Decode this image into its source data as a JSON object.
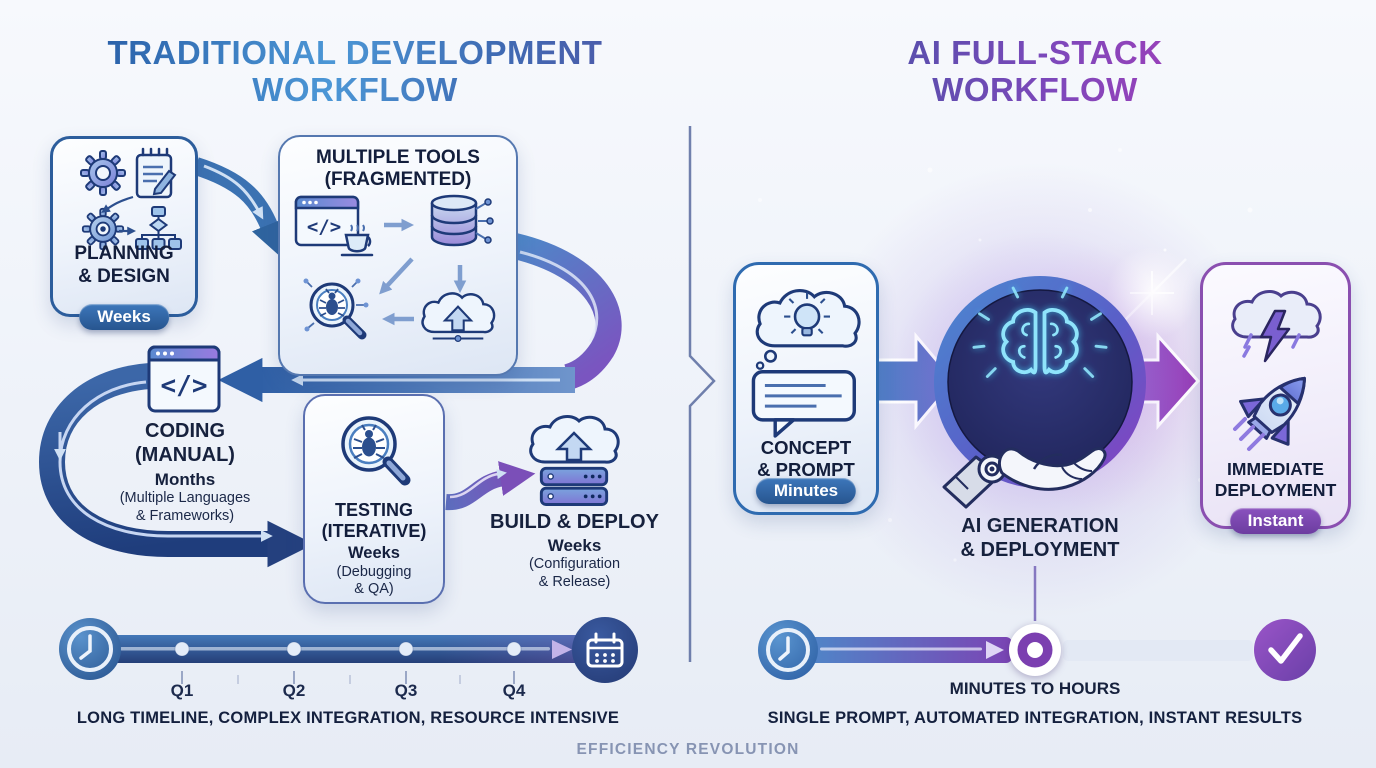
{
  "colors": {
    "accent_blue": "#2e6ab0",
    "accent_purple": "#8a46b4",
    "text_navy": "#16213d",
    "badge_blue": "#2f6bb0",
    "badge_purple": "#7b3fa8",
    "timeline_navy": "#27447f",
    "footer_gray": "#8794b3"
  },
  "left": {
    "title_line1": "TRADITIONAL DEVELOPMENT",
    "title_line2": "WORKFLOW",
    "planning": {
      "line1": "PLANNING",
      "line2": "& DESIGN",
      "badge": "Weeks"
    },
    "tools": {
      "line1": "MULTIPLE TOOLS",
      "line2": "(FRAGMENTED)"
    },
    "coding": {
      "line1": "CODING",
      "line2": "(MANUAL)",
      "duration": "Months",
      "note1": "(Multiple Languages",
      "note2": "& Frameworks)"
    },
    "testing": {
      "line1": "TESTING",
      "line2": "(ITERATIVE)",
      "duration": "Weeks",
      "note1": "(Debugging",
      "note2": "& QA)"
    },
    "build": {
      "label": "BUILD & DEPLOY",
      "duration": "Weeks",
      "note1": "(Configuration",
      "note2": "& Release)"
    },
    "timeline_quarters": [
      "Q1",
      "Q2",
      "Q3",
      "Q4"
    ],
    "caption": "LONG TIMELINE, COMPLEX INTEGRATION, RESOURCE INTENSIVE"
  },
  "right": {
    "title_line1": "AI FULL-STACK",
    "title_line2": "WORKFLOW",
    "concept": {
      "line1": "CONCEPT",
      "line2": "& PROMPT",
      "badge": "Minutes"
    },
    "generation": {
      "line1": "AI GENERATION",
      "line2": "& DEPLOYMENT"
    },
    "deployment": {
      "line1": "IMMEDIATE",
      "line2": "DEPLOYMENT",
      "badge": "Instant"
    },
    "timeline_label": "MINUTES TO HOURS",
    "caption": "SINGLE PROMPT, AUTOMATED INTEGRATION, INSTANT RESULTS"
  },
  "footer": "EFFICIENCY REVOLUTION",
  "misc": {
    "code_glyph": "</>"
  },
  "icons": {
    "planning": [
      "gear-icon",
      "notepad-pencil-icon",
      "gear-icon",
      "flowchart-icon"
    ],
    "tools": [
      "code-window-coffee-icon",
      "database-icon",
      "bug-magnifier-icon",
      "cloud-upload-icon"
    ],
    "coding": [
      "code-window-icon"
    ],
    "testing": [
      "bug-magnifier-icon"
    ],
    "build": [
      "cloud-upload-icon",
      "server-stack-icon"
    ],
    "left_timeline": [
      "clock-icon",
      "calendar-icon"
    ],
    "concept": [
      "idea-cloud-lightbulb-icon",
      "prompt-bubble-icon"
    ],
    "center": [
      "ai-brain-icon",
      "robot-hand-icon"
    ],
    "deployment": [
      "storm-cloud-icon",
      "rocket-icon"
    ],
    "right_timeline": [
      "clock-icon",
      "progress-dot-icon",
      "check-icon"
    ]
  }
}
